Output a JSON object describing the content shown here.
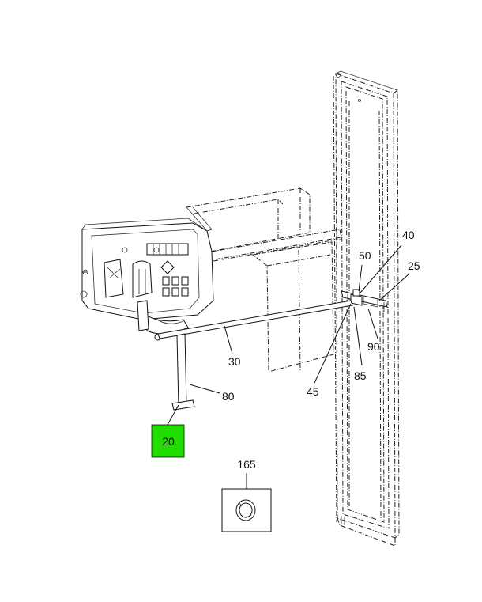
{
  "callouts": {
    "c20": "20",
    "c25": "25",
    "c30": "30",
    "c40": "40",
    "c45": "45",
    "c50": "50",
    "c80": "80",
    "c85": "85",
    "c90": "90",
    "c165": "165"
  },
  "highlight": {
    "color": "#22dd00",
    "item": "20"
  }
}
